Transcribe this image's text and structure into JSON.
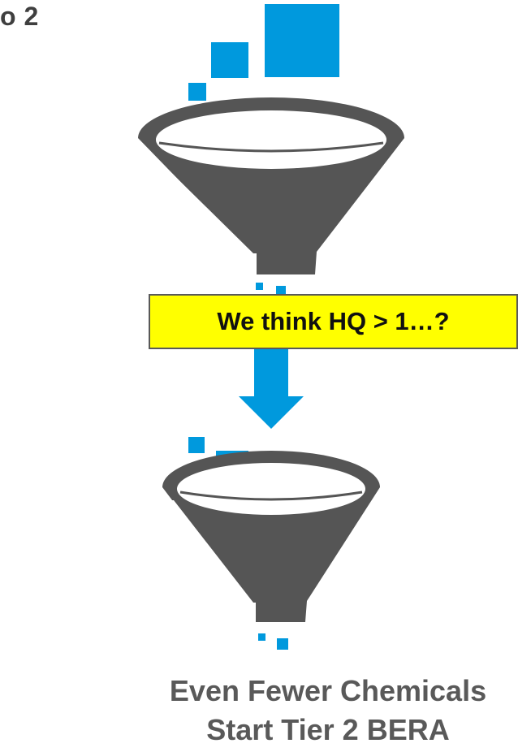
{
  "header": {
    "top_label": "o 2"
  },
  "banner": {
    "text": "We think HQ > 1…?"
  },
  "caption": {
    "line1": "Even Fewer Chemicals",
    "line2": "Start Tier 2 BERA"
  },
  "colors": {
    "accent_blue": "#0099dd",
    "funnel_dark": "#555555",
    "banner_fill": "#ffff00",
    "caption_text": "#595959"
  },
  "icons": [
    "funnel-icon",
    "down-arrow-icon"
  ]
}
